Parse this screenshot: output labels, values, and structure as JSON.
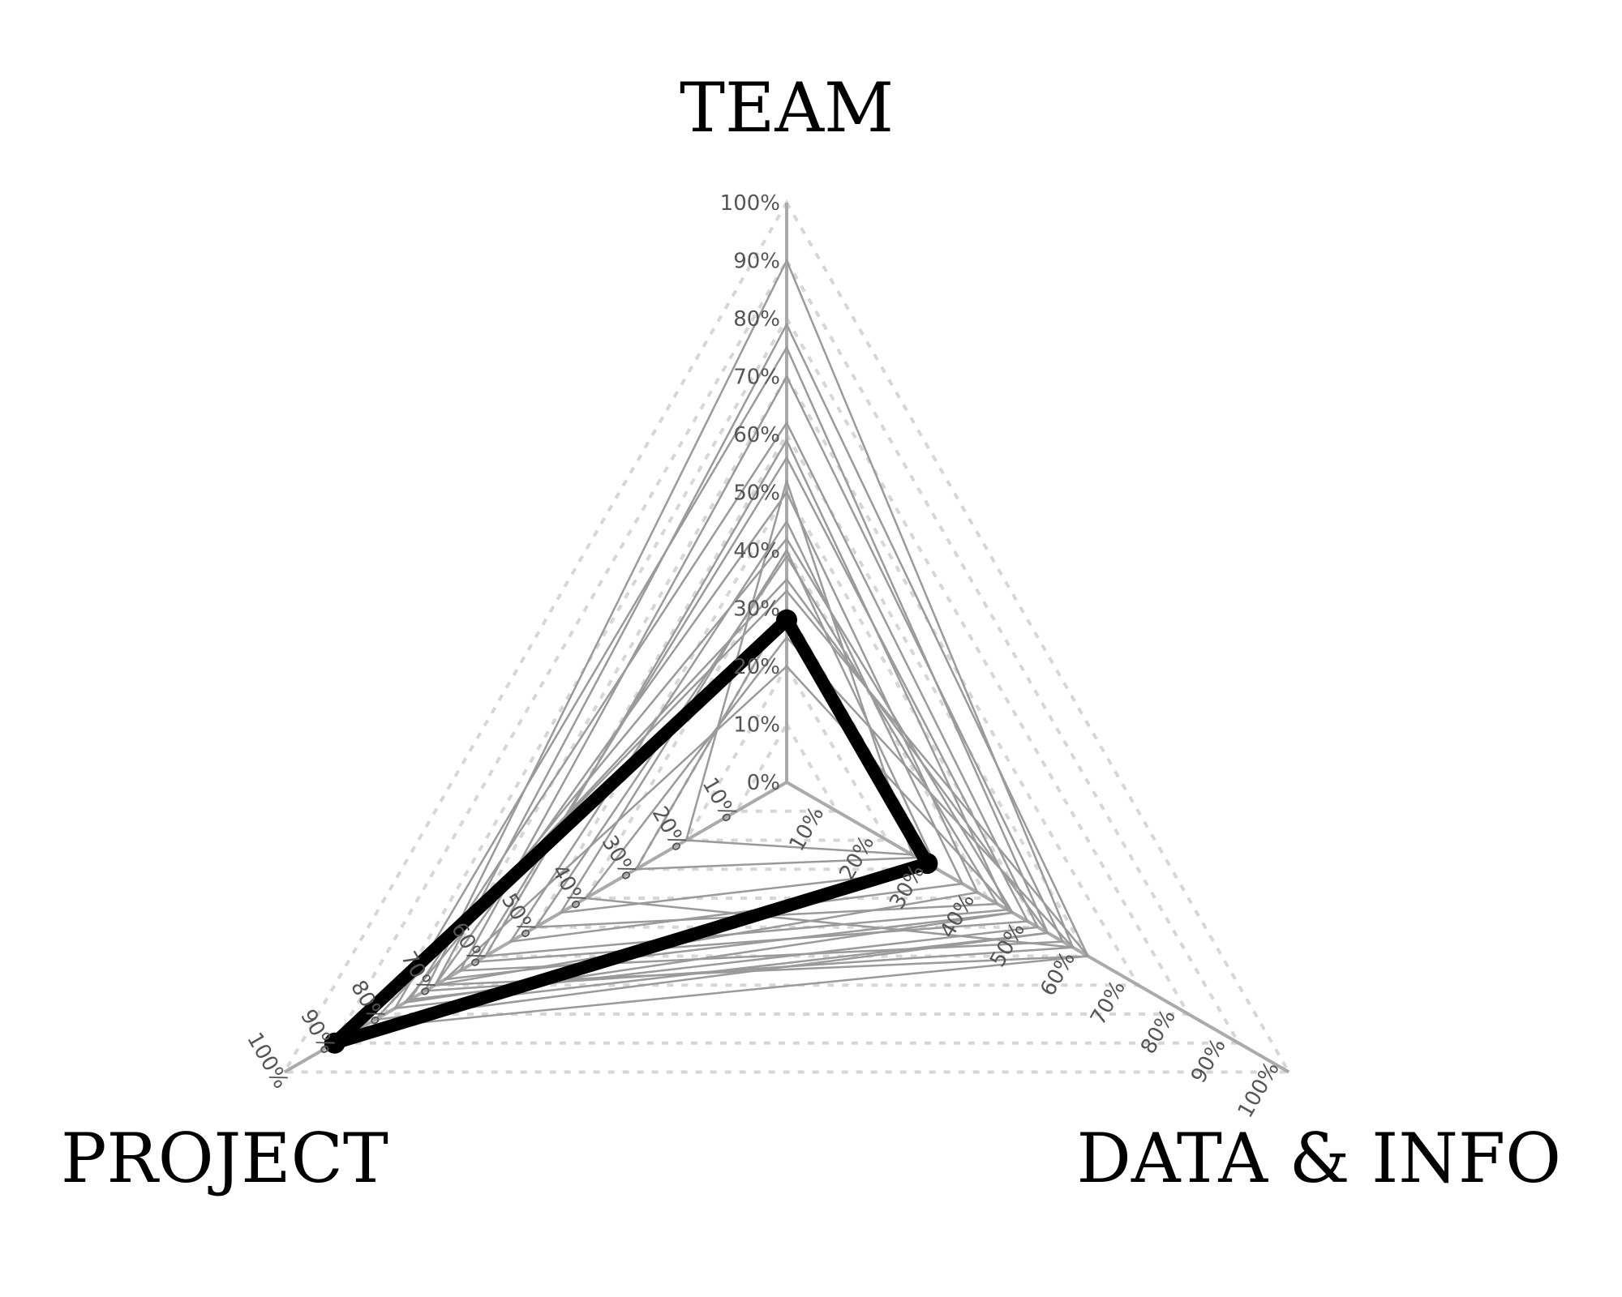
{
  "chart_data": {
    "type": "radar",
    "axes": [
      "TEAM",
      "DATA & INFO",
      "PROJECT"
    ],
    "tick_labels": [
      "0%",
      "10%",
      "20%",
      "30%",
      "40%",
      "50%",
      "60%",
      "70%",
      "80%",
      "90%",
      "100%"
    ],
    "range": [
      0,
      100
    ],
    "grid": true,
    "highlight_series": {
      "values": [
        28,
        28,
        90
      ]
    },
    "background_series": [
      {
        "values": [
          90,
          57,
          72
        ]
      },
      {
        "values": [
          79,
          60,
          70
        ]
      },
      {
        "values": [
          75,
          52,
          78
        ]
      },
      {
        "values": [
          70,
          55,
          65
        ]
      },
      {
        "values": [
          62,
          50,
          75
        ]
      },
      {
        "values": [
          59,
          44,
          60
        ]
      },
      {
        "values": [
          56,
          48,
          62
        ]
      },
      {
        "values": [
          50,
          38,
          70
        ]
      },
      {
        "values": [
          45,
          35,
          55
        ]
      },
      {
        "values": [
          40,
          30,
          45
        ]
      },
      {
        "values": [
          39,
          42,
          50
        ]
      },
      {
        "values": [
          35,
          52,
          82
        ]
      },
      {
        "values": [
          30,
          26,
          30
        ]
      },
      {
        "values": [
          25,
          57,
          40
        ]
      },
      {
        "values": [
          20,
          45,
          68
        ]
      },
      {
        "values": [
          33,
          60,
          85
        ]
      },
      {
        "values": [
          52,
          25,
          20
        ]
      },
      {
        "values": [
          42,
          45,
          76
        ]
      }
    ]
  }
}
